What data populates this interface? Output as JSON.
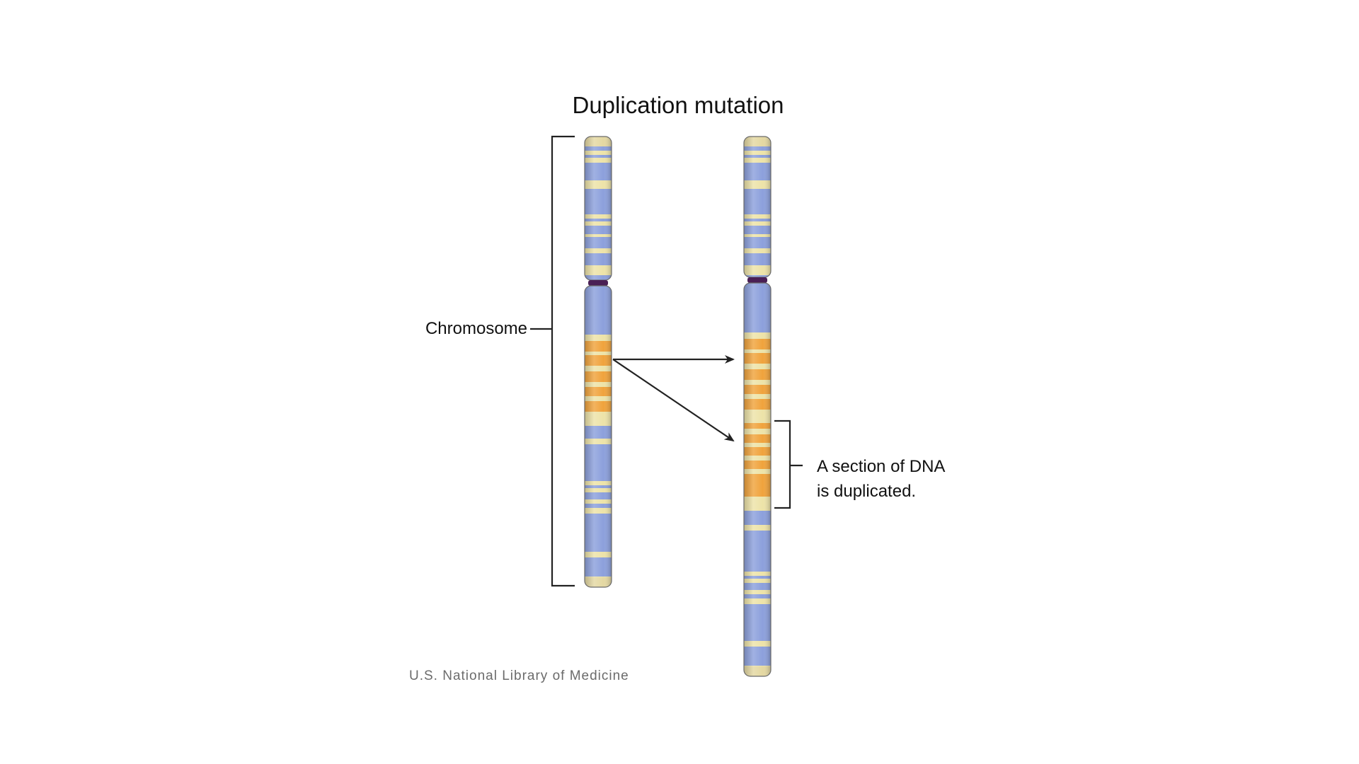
{
  "title": "Duplication mutation",
  "labels": {
    "chromosome": "Chromosome",
    "duplicated_line1": "A section of DNA",
    "duplicated_line2": "is duplicated."
  },
  "credit": "U.S. National Library of Medicine",
  "colors": {
    "band_blue": "#8ca0dc",
    "band_cream": "#ede3a8",
    "band_orange": "#f0a33c",
    "tip": "#e4d8a2",
    "centromere": "#4a1f55",
    "outline": "#6a6a6a"
  }
}
